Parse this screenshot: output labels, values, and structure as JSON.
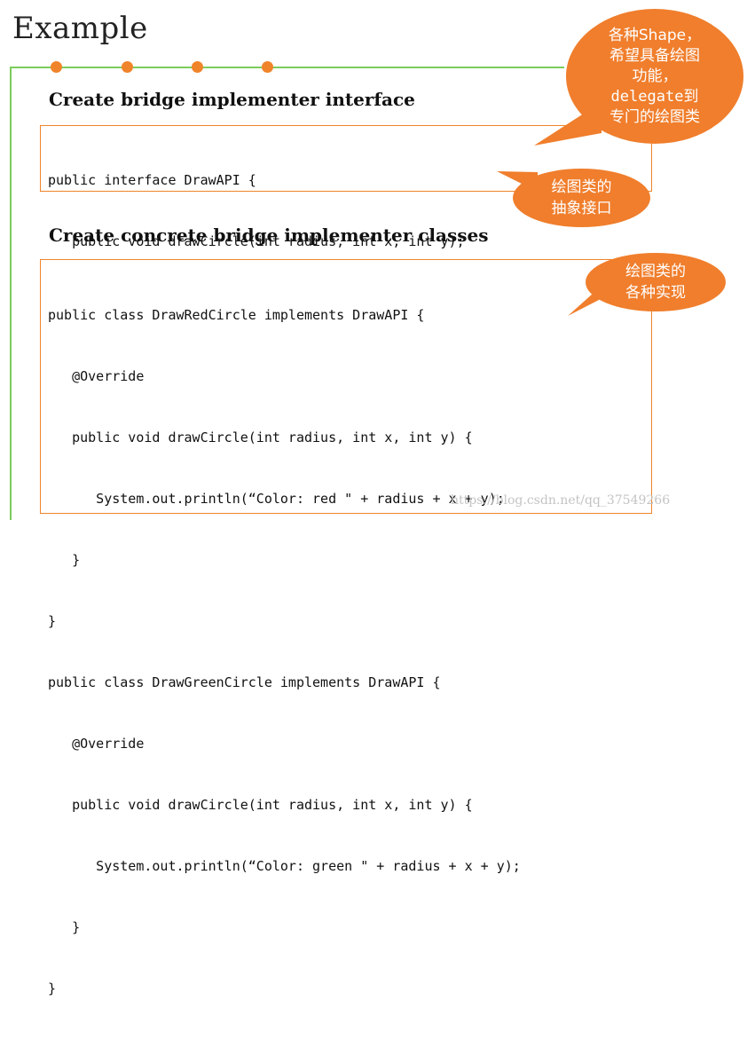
{
  "slide": {
    "title": "Example",
    "watermark": "https://blog.csdn.net/qq_37549266"
  },
  "sections": [
    {
      "heading": "Create bridge implementer interface",
      "code_lines": [
        "public interface DrawAPI {",
        "   public void drawCircle(int radius, int x, int y);",
        "}"
      ]
    },
    {
      "heading": "Create concrete bridge implementer classes",
      "code_lines": [
        "public class DrawRedCircle implements DrawAPI {",
        "   @Override",
        "   public void drawCircle(int radius, int x, int y) {",
        "      System.out.println(“Color: red \" + radius + x + y);",
        "   }",
        "}",
        "public class DrawGreenCircle implements DrawAPI {",
        "   @Override",
        "   public void drawCircle(int radius, int x, int y) {",
        "      System.out.println(“Color: green \" + radius + x + y);",
        "   }",
        "}"
      ]
    }
  ],
  "callouts": [
    {
      "lines": [
        "各种Shape，",
        "希望具备绘图",
        "功能，",
        "delegate到",
        "专门的绘图类"
      ]
    },
    {
      "lines": [
        "绘图类的",
        "抽象接口"
      ]
    },
    {
      "lines": [
        "绘图类的",
        "各种实现"
      ]
    }
  ],
  "colors": {
    "accent": "#f07e2c",
    "frame": "#7ccc5c"
  }
}
